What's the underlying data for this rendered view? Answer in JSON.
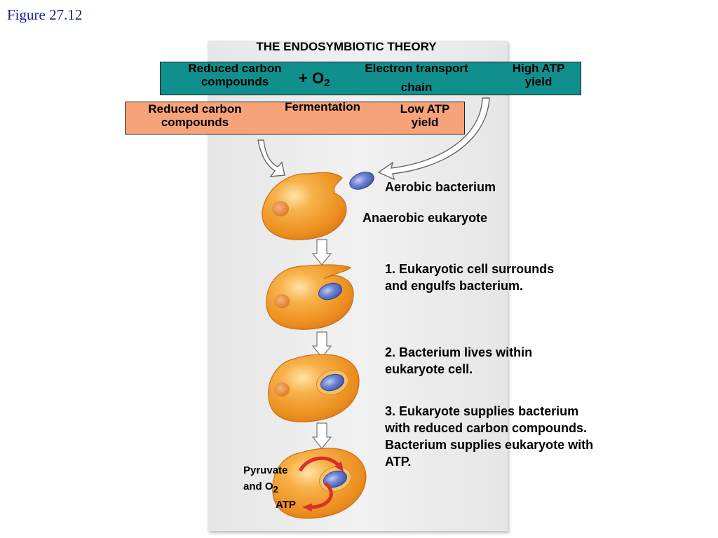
{
  "figure_label": "Figure 27.12",
  "title": "THE ENDOSYMBIOTIC THEORY",
  "aerobic_box": {
    "reactant_line1": "Reduced carbon",
    "reactant_line2": "compounds",
    "plus_o2": "+ O",
    "o2_subscript": "2",
    "process_line1": "Electron transport",
    "process_line2": "chain",
    "result_line1": "High ATP",
    "result_line2": "yield",
    "color": "#118f8c"
  },
  "fermentation_box": {
    "reactant_line1": "Reduced carbon",
    "reactant_line2": "compounds",
    "process": "Fermentation",
    "result_line1": "Low ATP",
    "result_line2": "yield",
    "color": "#f7a37a"
  },
  "labels": {
    "aerobic_bacterium": "Aerobic bacterium",
    "anaerobic_eukaryote": "Anaerobic eukaryote"
  },
  "steps": [
    {
      "line1": "1. Eukaryotic cell surrounds",
      "line2": "and engulfs bacterium."
    },
    {
      "line1": "2. Bacterium lives within",
      "line2": "eukaryote cell."
    },
    {
      "line1": "3. Eukaryote supplies bacterium",
      "line2": "with reduced carbon compounds.",
      "line3": "Bacterium supplies eukaryote with",
      "line4": "ATP."
    }
  ],
  "cycle": {
    "pyruvate": "Pyruvate",
    "and_o2": "and O",
    "o2_subscript": "2",
    "atp": "ATP"
  },
  "colors": {
    "cell_orange": "#f19a2a",
    "bacterium_blue": "#5a72c8",
    "cycle_arrow_red": "#d9302a"
  }
}
